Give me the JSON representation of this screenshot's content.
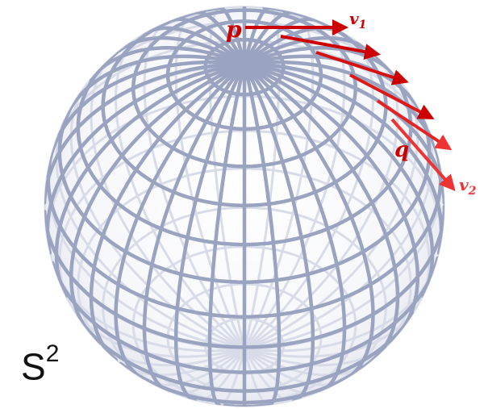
{
  "figure": {
    "manifold": {
      "base": "S",
      "exponent": "2"
    },
    "points": {
      "p": "p",
      "q": "q"
    },
    "vectors": {
      "v1_base": "v",
      "v1_sub": "1",
      "v2_base": "v",
      "v2_sub": "2"
    }
  },
  "colors": {
    "sphere_fill_edge": "#e8eaf0",
    "sphere_fill_center": "#ffffff",
    "grid_front": "#9aa3c0",
    "grid_back": "#d8dce8",
    "vector_dark": "#cc0000",
    "vector_light": "#ee3333",
    "label_red": "#cc0000",
    "label_dark": "#111111"
  }
}
